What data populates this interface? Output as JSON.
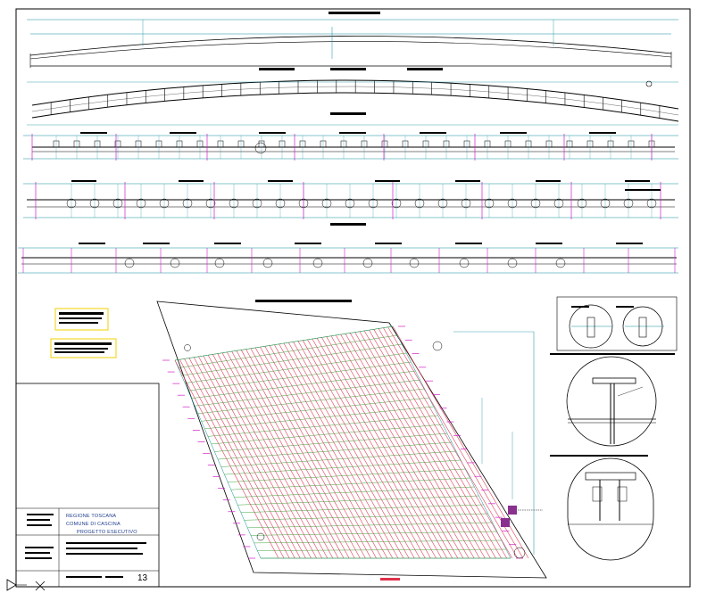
{
  "title_block": {
    "line1": "REGIONE TOSCANA",
    "line2": "COMUNE DI CASCINA",
    "line3": "PROGETTO ESECUTIVO",
    "sheet_number": "13"
  },
  "colors": {
    "paper": "#ffffff",
    "outline": "#000000",
    "dimension": "#0a8c9c",
    "rebar_red": "#e0304a",
    "rebar_green": "#2a9a2a",
    "magenta": "#d020c8",
    "highlight_box": "#f0d000",
    "detail_purple": "#8a3090"
  },
  "icons": {
    "cursor": "selection-cursor-icon",
    "ucs": "ucs-cross-icon"
  }
}
